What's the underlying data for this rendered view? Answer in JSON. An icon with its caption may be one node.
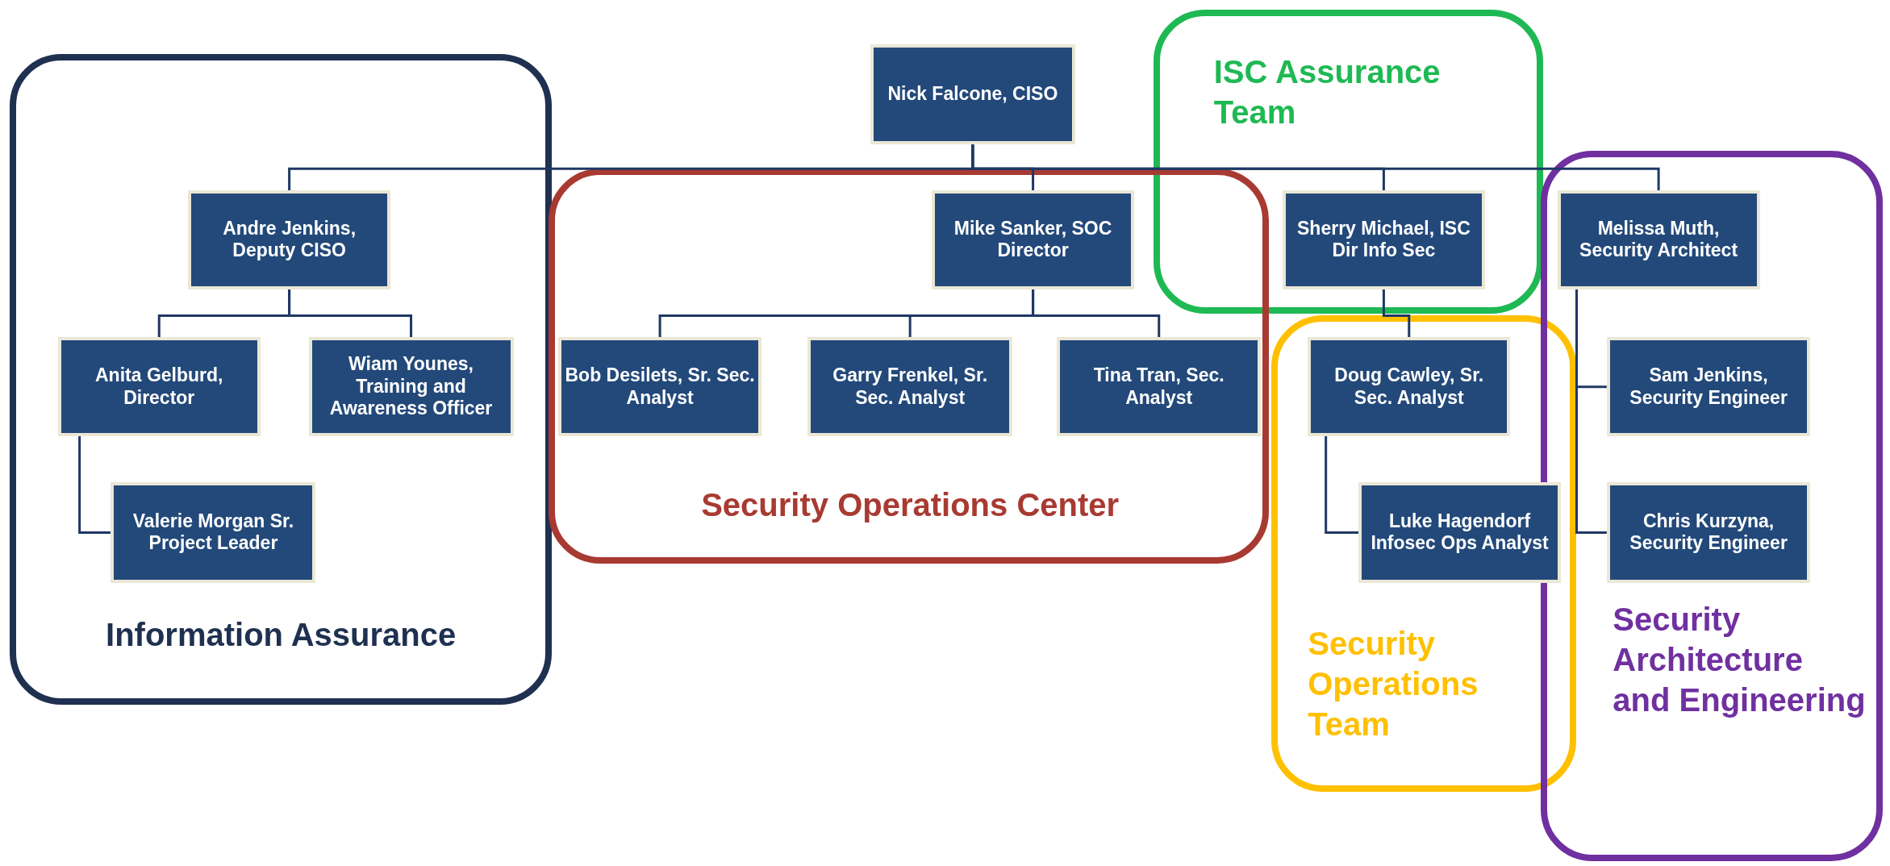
{
  "diagram": {
    "nodes": [
      {
        "text": [
          "Nick Falcone, CISO"
        ]
      },
      {
        "text": [
          "ISC Assurance Team"
        ]
      },
      {
        "text": [
          "Sherry Michael, ISC Dir Info Sec"
        ],
        "in": 1
      },
      {
        "text": [
          "Information Assurance"
        ]
      },
      {
        "text": [
          "Andre Jenkins, Deputy CISO"
        ],
        "in": 3
      },
      {
        "text": [
          "Anita Gelburd, Director"
        ],
        "in": 3
      },
      {
        "text": [
          "Wiam Younes, Training and Awareness Officer"
        ],
        "in": 3
      },
      {
        "text": [
          "Valerie Morgan Sr. Project Leader"
        ],
        "in": 3
      },
      {
        "text": [
          "Security Operations Center"
        ]
      },
      {
        "text": [
          "Mike Sanker, SOC Director"
        ],
        "in": 8
      },
      {
        "text": [
          "Bob Desilets, Sr. Sec. Analyst"
        ],
        "in": 8
      },
      {
        "text": [
          "Garry Frenkel, Sr. Sec. Analyst"
        ],
        "in": 8
      },
      {
        "text": [
          "Tina Tran, Sec. Analyst"
        ],
        "in": 8
      },
      {
        "text": [
          "Security Operations Team"
        ]
      },
      {
        "text": [
          "Doug Cawley, Sr. Sec. Analyst"
        ],
        "in": 13
      },
      {
        "text": [
          "Luke Hagendorf Infosec Ops Analyst"
        ],
        "in": 13
      },
      {
        "text": [
          "Security Architecture and Engineering"
        ]
      },
      {
        "text": [
          "Melissa Muth, Security Architect"
        ],
        "in": 16
      },
      {
        "text": [
          "Sam Jenkins, Security Engineer"
        ],
        "in": 16
      },
      {
        "text": [
          "Chris Kurzyna, Security Engineer"
        ],
        "in": 16
      }
    ],
    "edges": [
      {
        "from": 0,
        "to": 4,
        "arrow": "none"
      },
      {
        "from": 0,
        "to": 9,
        "arrow": "none"
      },
      {
        "from": 0,
        "to": 2,
        "arrow": "none"
      },
      {
        "from": 0,
        "to": 17,
        "arrow": "none"
      },
      {
        "from": 4,
        "to": 5,
        "arrow": "none"
      },
      {
        "from": 4,
        "to": 6,
        "arrow": "none"
      },
      {
        "from": 5,
        "to": 7,
        "arrow": "none"
      },
      {
        "from": 9,
        "to": 10,
        "arrow": "none"
      },
      {
        "from": 9,
        "to": 11,
        "arrow": "none"
      },
      {
        "from": 9,
        "to": 12,
        "arrow": "none"
      },
      {
        "from": 2,
        "to": 14,
        "arrow": "none"
      },
      {
        "from": 14,
        "to": 15,
        "arrow": "none"
      },
      {
        "from": 17,
        "to": 18,
        "arrow": "none"
      },
      {
        "from": 17,
        "to": 19,
        "arrow": "none"
      }
    ]
  }
}
